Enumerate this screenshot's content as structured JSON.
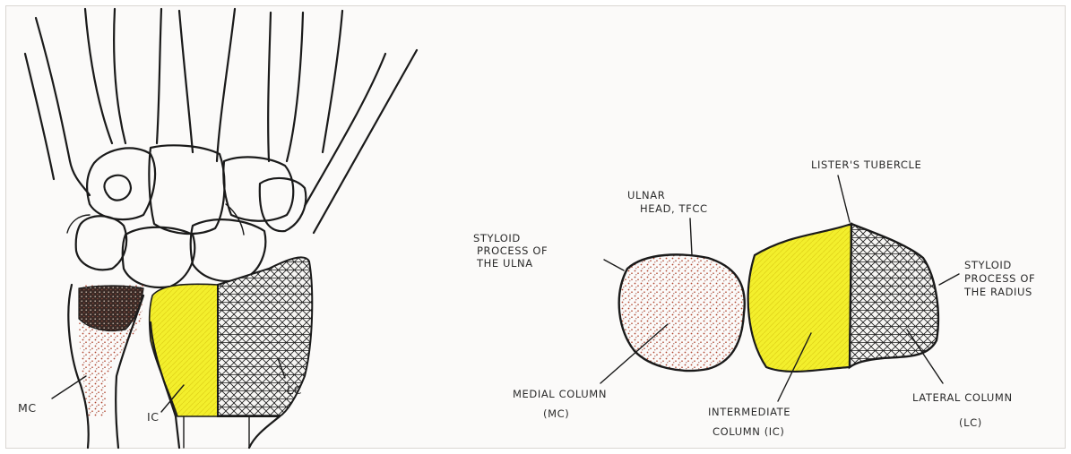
{
  "labels": {
    "left_mc": "MC",
    "left_ic": "IC",
    "left_lc": "LC",
    "styloid_ulna": [
      "STYLOID",
      "PROCESS OF",
      "THE ULNA"
    ],
    "ulnar_head": [
      "ULNAR",
      "HEAD, TFCC"
    ],
    "listers": "LISTER'S TUBERCLE",
    "styloid_radius": [
      "STYLOID",
      "PROCESS OF",
      "THE RADIUS"
    ],
    "medial_column": [
      "MEDIAL COLUMN",
      "(MC)"
    ],
    "intermediate_column": [
      "INTERMEDIATE",
      "COLUMN (IC)"
    ],
    "lateral_column": [
      "LATERAL COLUMN",
      "(LC)"
    ]
  },
  "colors": {
    "medial": "#b0442e",
    "intermediate": "#f3ef2c",
    "lateral": "#1a1a1a",
    "ink": "#1a1a1a"
  }
}
